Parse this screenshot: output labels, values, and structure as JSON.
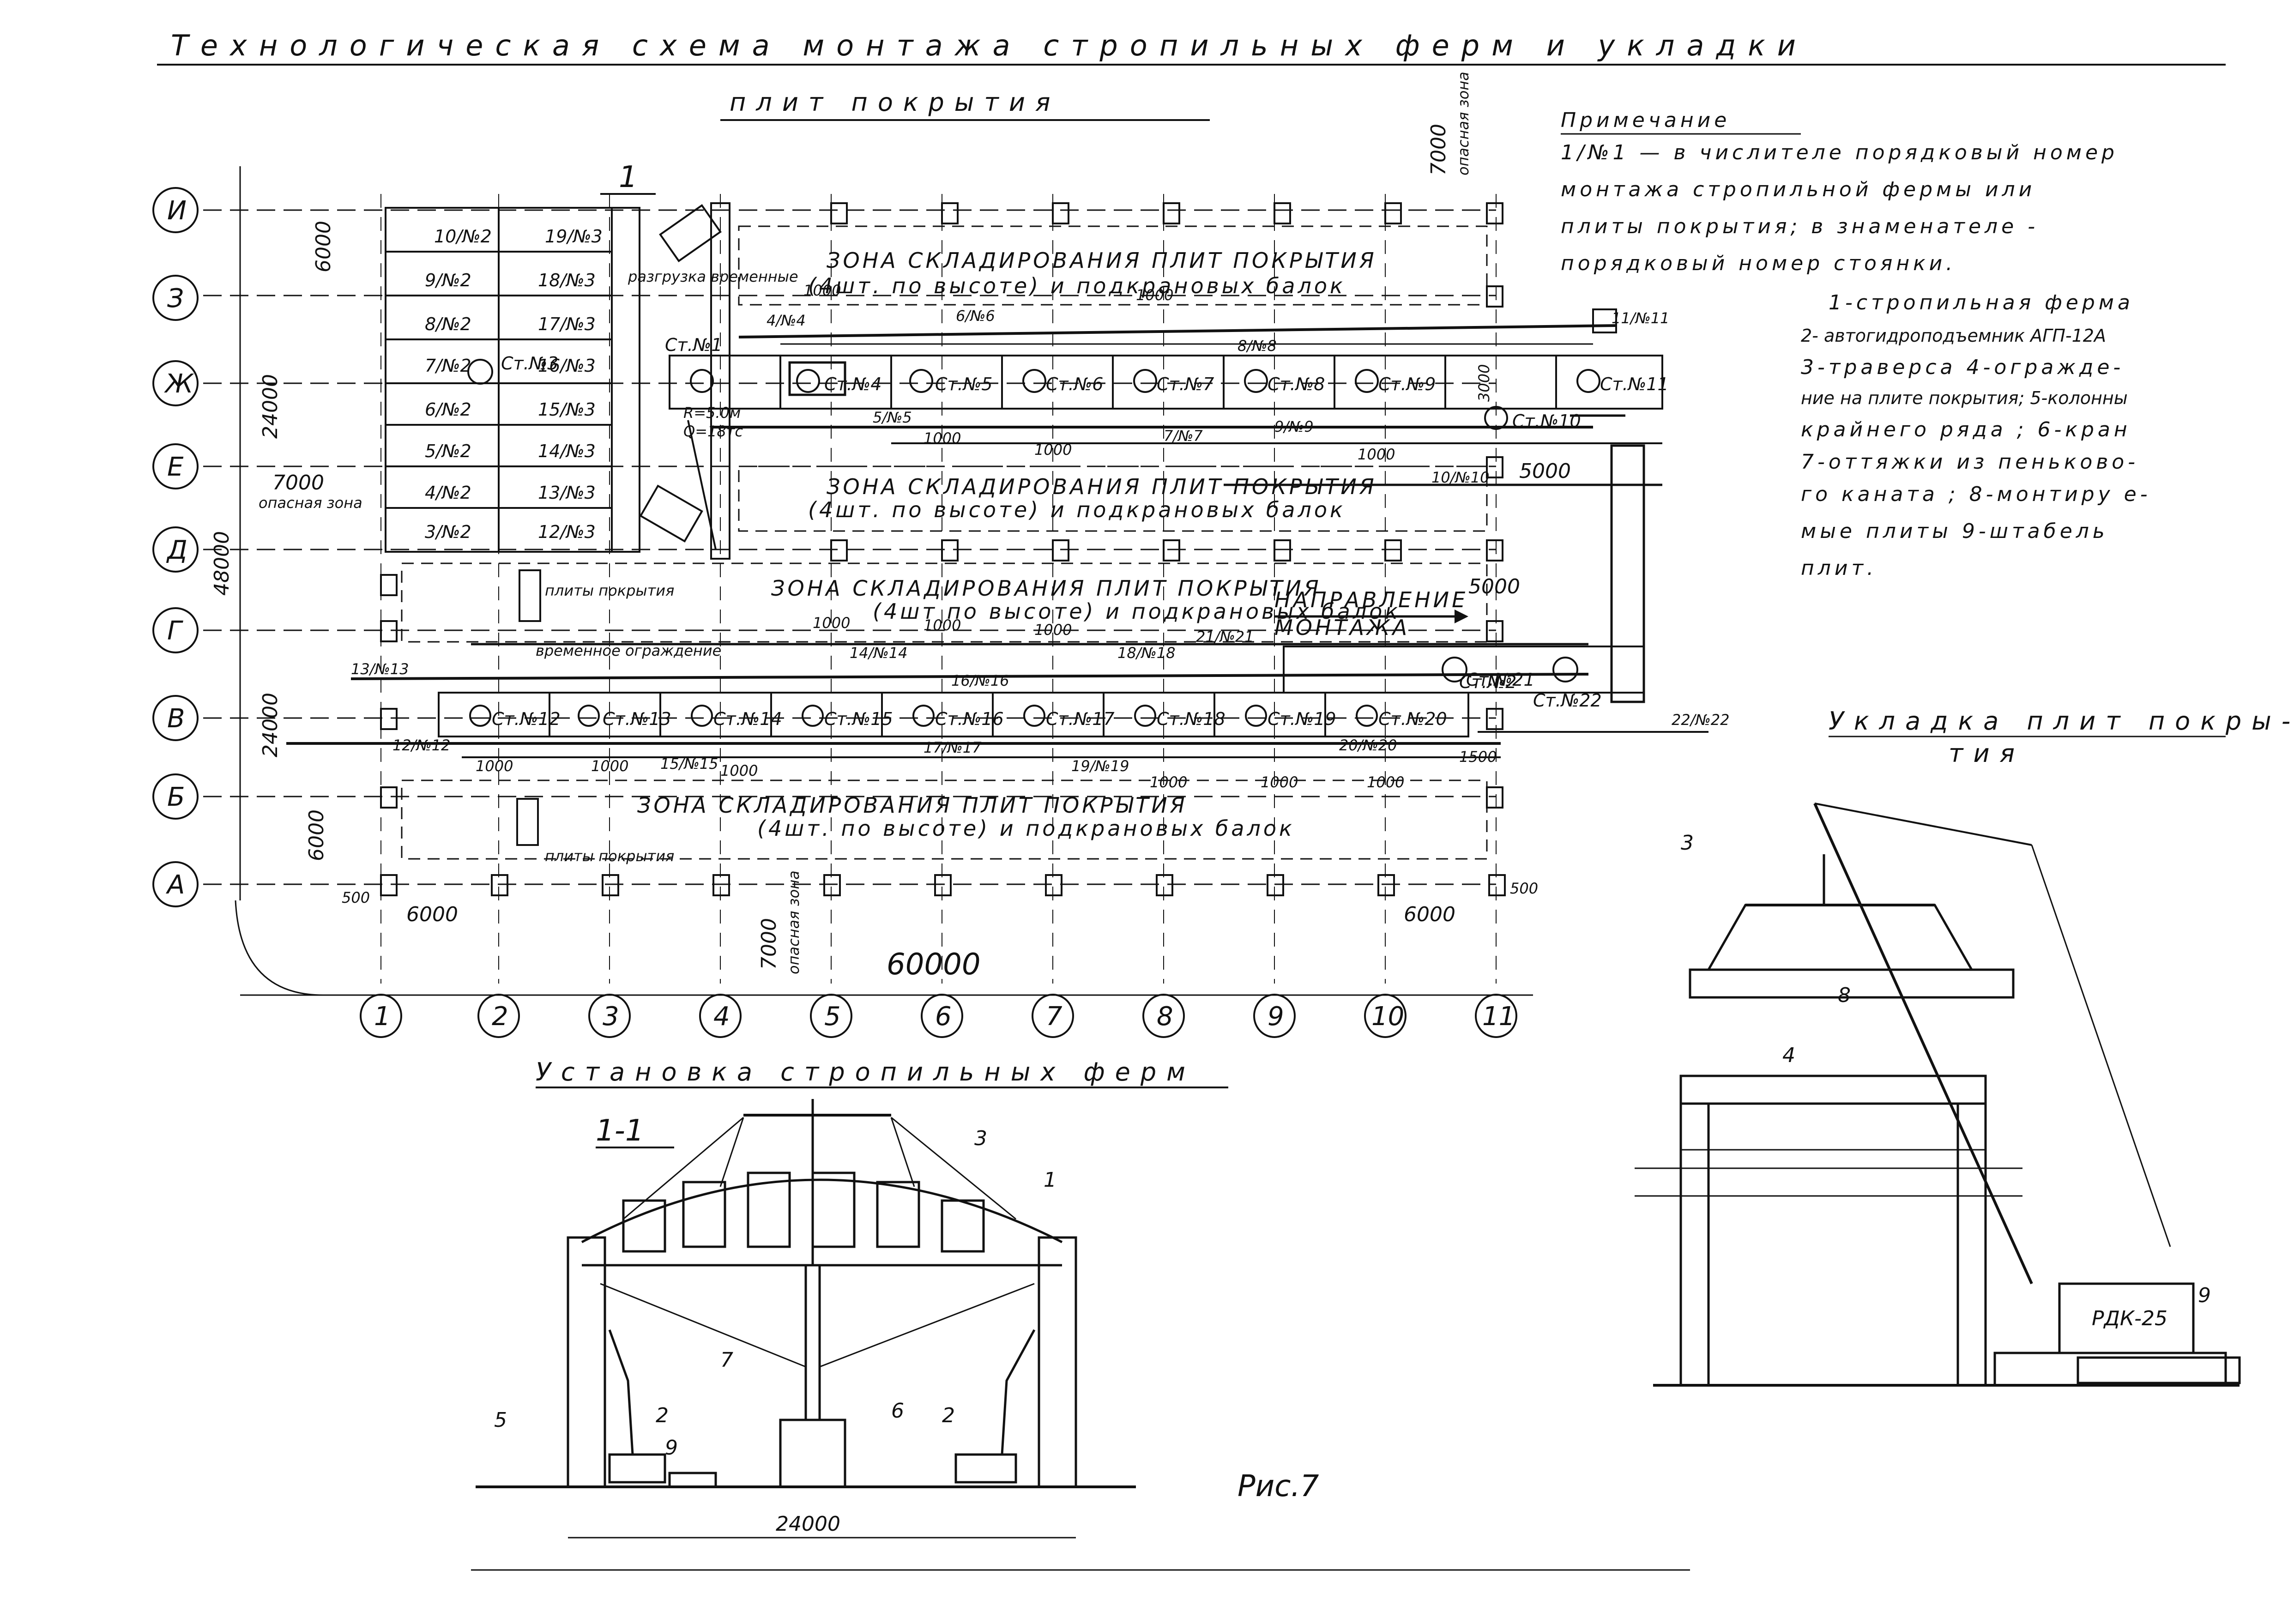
{
  "title": "Технологическая схема монтажа стропильных ферм и укладки",
  "title_line2": "плит покрытия",
  "note_title": "Примечание",
  "note_lines": [
    "1/№1 — в числителе порядковый номер",
    "монтажа стропильной фермы или",
    "плиты покрытия; в знаменателе -",
    "порядковый номер стоянки."
  ],
  "legend_lines": [
    "1-стропильная ферма",
    "2- автогидроподъемник АГП-12А",
    "3-траверса  4-огражде-",
    "ние на плите покрытия; 5-колонны",
    "крайнего ряда ; 6-кран",
    "7-оттяжки из пеньково-",
    "го каната ; 8-монтиру е-",
    "мые плиты  9-штабель",
    "плит."
  ],
  "row_axes": [
    "И",
    "З",
    "Ж",
    "Е",
    "Д",
    "Г",
    "В",
    "Б",
    "А"
  ],
  "col_axes": [
    "1",
    "2",
    "3",
    "4",
    "5",
    "6",
    "7",
    "8",
    "9",
    "10",
    "11"
  ],
  "dims": {
    "total_length": "60000",
    "span_top": "24000",
    "span_bottom": "24000",
    "span_overall": "48000",
    "step_left": "6000",
    "step_right": "6000",
    "row_top": "6000",
    "row_bottom": "6000",
    "offset_left": "500",
    "offset_right": "500",
    "d1000": "1000",
    "d3000": "3000",
    "d5000": "5000",
    "d1500": "1500",
    "danger_top": "7000",
    "danger_left": "7000",
    "danger_bottom": "7000",
    "radius": "R=5.0м",
    "load": "Q=18тс",
    "section_marker": "1"
  },
  "danger_zone": "опасная зона",
  "zones": [
    "ЗОНА СКЛАДИРОВАНИЯ ПЛИТ ПОКРЫТИЯ",
    "(4шт. по высоте) и подкрановых балок",
    "ЗОНА СКЛАДИРОВАНИЯ ПЛИТ ПОКРЫТИЯ",
    "(4шт. по высоте) и подкрановых балок",
    "ЗОНА СКЛАДИРОВАНИЯ ПЛИТ ПОКРЫТИЯ",
    "(4шт по высоте) и подкрановых балок",
    "ЗОНА СКЛАДИРОВАНИЯ ПЛИТ ПОКРЫТИЯ",
    "(4шт. по высоте) и подкрановых балок"
  ],
  "plates_label": "плиты покрытия",
  "temp_fence": "временное ограждение",
  "unload_label": "разгрузка временные",
  "direction": [
    "НАПРАВЛЕНИЕ",
    "МОНТАЖА"
  ],
  "stops_row_j": [
    "Ст.№4",
    "Ст.№5",
    "Ст.№6",
    "Ст.№7",
    "Ст.№8",
    "Ст.№9",
    "Ст.№10",
    "Ст.№11"
  ],
  "stops_row_v": [
    "Ст.№12",
    "Ст.№13",
    "Ст.№14",
    "Ст.№15",
    "Ст.№16",
    "Ст.№17",
    "Ст.№18",
    "Ст.№19",
    "Ст.№20",
    "Ст.№21",
    "Ст.№22"
  ],
  "stop_misc": [
    "Ст.№3",
    "Ст.№2",
    "Ст.№1"
  ],
  "left_slabs_a": [
    "10/№2",
    "9/№2",
    "8/№2",
    "7/№2",
    "6/№2",
    "5/№2",
    "4/№2",
    "3/№2"
  ],
  "left_slabs_b": [
    "19/№3",
    "18/№3",
    "17/№3",
    "16/№3",
    "15/№3",
    "14/№3",
    "13/№3",
    "12/№3"
  ],
  "truss_labels": [
    "6/№6",
    "7/№7",
    "8/№8",
    "9/№9",
    "10/№10",
    "11/№11",
    "13/№13",
    "14/№14",
    "16/№16",
    "17/№17",
    "19/№19",
    "20/№20",
    "22/№22",
    "12/№12",
    "15/№15",
    "18/№18",
    "21/№21",
    "4/№4",
    "5/№5"
  ],
  "section_title": "Установка стропильных ферм",
  "section_id": "1-1",
  "section_callouts": [
    "1",
    "2",
    "2",
    "3",
    "5",
    "6",
    "7",
    "9"
  ],
  "section_span": "24000",
  "right_title": "Укладка плит покры-",
  "right_title2": "тия",
  "right_callouts": [
    "3",
    "4",
    "8",
    "9"
  ],
  "crane_label": "РДК-25",
  "figure": "Рис.7"
}
